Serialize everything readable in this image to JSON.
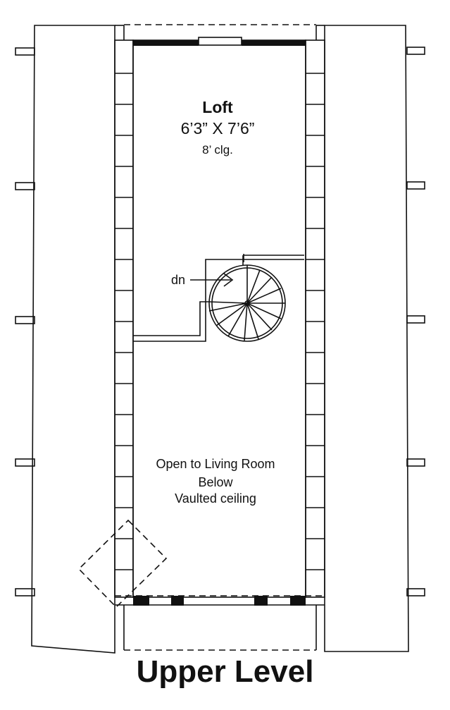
{
  "room": {
    "name": "Loft",
    "dimensions": "6’3” X 7’6”",
    "ceiling": "8’ clg."
  },
  "stair": {
    "direction_label": "dn"
  },
  "open_area": {
    "line1": "Open to Living Room",
    "line2": "Below",
    "line3": "Vaulted ceiling"
  },
  "plan_title": "Upper Level",
  "colors": {
    "ink": "#111111",
    "background": "#ffffff"
  }
}
